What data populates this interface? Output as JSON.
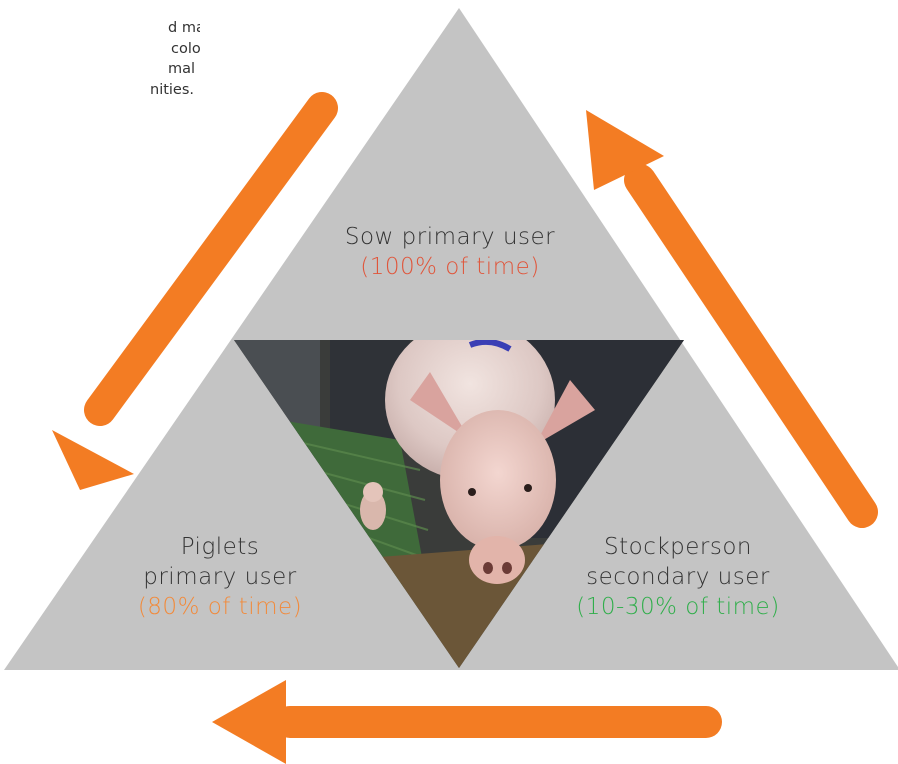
{
  "intro": {
    "lines": [
      "d maternal",
      "colostrum,",
      "mal comfort,",
      "nities."
    ]
  },
  "users": {
    "sow": {
      "role": "Sow primary user",
      "share": "(100% of time)",
      "share_color": "#e0553a"
    },
    "piglets": {
      "role_line1": "Piglets",
      "role_line2": "primary user",
      "share": "(80% of time)",
      "share_color": "#f28a3a"
    },
    "stockperson": {
      "role_line1": "Stockperson",
      "role_line2": "secondary user",
      "share": "(10-30% of time)",
      "share_color": "#2fae4a"
    }
  },
  "colors": {
    "triangle_fill": "#c4c4c4",
    "arrow": "#f37c23",
    "text": "#333333"
  },
  "icons": {
    "photo": "pig-photo",
    "arrows": [
      "arrow-down-left",
      "arrow-up-right",
      "arrow-left"
    ]
  }
}
